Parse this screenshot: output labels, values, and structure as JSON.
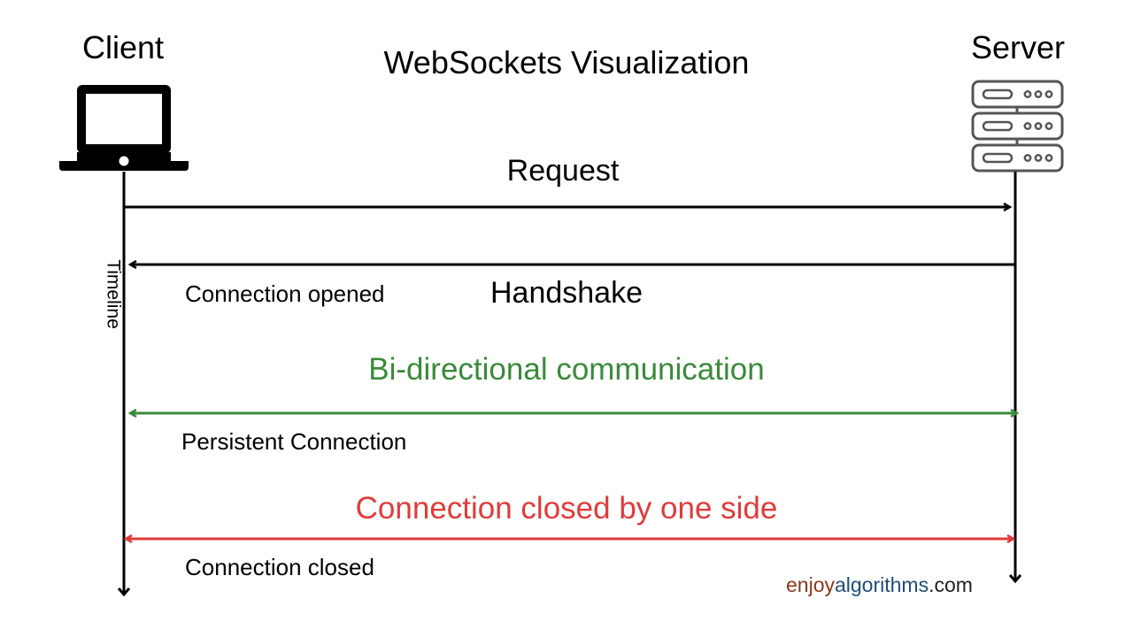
{
  "title": "WebSockets Visualization",
  "client": {
    "label": "Client",
    "icon": "laptop-icon"
  },
  "server": {
    "label": "Server",
    "icon": "server-rack-icon"
  },
  "timeline_label": "Timeline",
  "messages": {
    "request": "Request",
    "handshake": "Handshake",
    "connection_opened": "Connection opened",
    "bidirectional": "Bi-directional communication",
    "persistent": "Persistent Connection",
    "closed_by_one_side": "Connection closed by one side",
    "connection_closed": "Connection closed"
  },
  "watermark": {
    "part1": "enjoy",
    "part2": "algorithms",
    "part3": ".com"
  },
  "colors": {
    "line": "#000000",
    "bidirectional": "#3a8a3a",
    "closed": "#e03b3b",
    "server_icon": "#555555"
  }
}
